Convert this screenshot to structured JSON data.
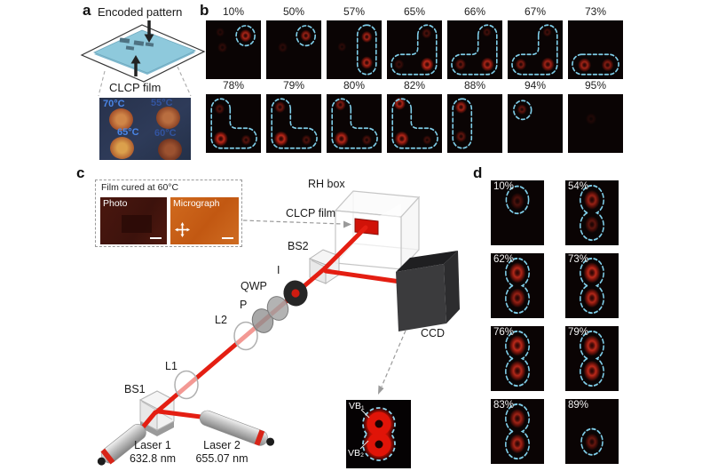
{
  "figure": {
    "panel_a": {
      "label": "a",
      "encoded_pattern": "Encoded pattern",
      "clcp_film": "CLCP film",
      "temps": [
        "70°C",
        "55°C",
        "65°C",
        "60°C"
      ]
    },
    "panel_b": {
      "label": "b",
      "tiles": [
        {
          "label": "10%",
          "shape": "circle-tr",
          "dots": [
            [
              72,
              26,
              11,
              0.85
            ],
            [
              30,
              46,
              9,
              0.2
            ],
            [
              26,
              20,
              8,
              0.15
            ]
          ]
        },
        {
          "label": "50%",
          "shape": "circle-tr",
          "dots": [
            [
              72,
              26,
              10,
              0.75
            ],
            [
              30,
              46,
              9,
              0.18
            ]
          ]
        },
        {
          "label": "57%",
          "shape": "vcap-right",
          "dots": [
            [
              73,
              28,
              10,
              0.8
            ],
            [
              73,
              72,
              11,
              0.85
            ],
            [
              28,
              45,
              8,
              0.18
            ]
          ]
        },
        {
          "label": "65%",
          "shape": "L-right",
          "dots": [
            [
              73,
              75,
              12,
              0.95
            ],
            [
              72,
              22,
              9,
              0.35
            ],
            [
              22,
              75,
              9,
              0.25
            ]
          ]
        },
        {
          "label": "66%",
          "shape": "L-right",
          "dots": [
            [
              73,
              75,
              12,
              0.85
            ],
            [
              24,
              75,
              10,
              0.5
            ],
            [
              72,
              20,
              8,
              0.3
            ]
          ]
        },
        {
          "label": "67%",
          "shape": "L-right",
          "dots": [
            [
              73,
              75,
              12,
              0.8
            ],
            [
              24,
              75,
              10,
              0.6
            ],
            [
              72,
              20,
              8,
              0.3
            ]
          ]
        },
        {
          "label": "73%",
          "shape": "hcap-bottom",
          "dots": [
            [
              30,
              76,
              12,
              0.8
            ],
            [
              72,
              76,
              11,
              0.65
            ]
          ]
        },
        {
          "label": "78%",
          "shape": "L-left",
          "dots": [
            [
              27,
              76,
              13,
              0.95
            ],
            [
              25,
              25,
              9,
              0.35
            ],
            [
              73,
              78,
              9,
              0.4
            ]
          ]
        },
        {
          "label": "79%",
          "shape": "L-left",
          "dots": [
            [
              27,
              76,
              13,
              0.95
            ],
            [
              25,
              22,
              10,
              0.5
            ],
            [
              73,
              78,
              9,
              0.35
            ]
          ]
        },
        {
          "label": "80%",
          "shape": "L-left",
          "dots": [
            [
              27,
              76,
              13,
              0.9
            ],
            [
              25,
              18,
              10,
              0.6
            ],
            [
              73,
              78,
              9,
              0.35
            ]
          ]
        },
        {
          "label": "82%",
          "shape": "L-left",
          "dots": [
            [
              27,
              76,
              13,
              0.9
            ],
            [
              23,
              16,
              11,
              0.85
            ],
            [
              73,
              78,
              8,
              0.3
            ]
          ]
        },
        {
          "label": "88%",
          "shape": "vcap-left",
          "dots": [
            [
              25,
              22,
              11,
              0.8
            ],
            [
              25,
              72,
              10,
              0.45
            ]
          ]
        },
        {
          "label": "94%",
          "shape": "circle-tl",
          "dots": [
            [
              26,
              26,
              9,
              0.45
            ]
          ]
        },
        {
          "label": "95%",
          "shape": "none",
          "dots": [
            [
              42,
              42,
              10,
              0.12
            ]
          ]
        }
      ]
    },
    "panel_c": {
      "label": "c",
      "inset": {
        "title": "Film cured at 60°C",
        "photo": "Photo",
        "micrograph": "Micrograph"
      },
      "components": {
        "rh_box": "RH box",
        "clcp_film": "CLCP film",
        "bs2": "BS2",
        "iris": "I",
        "qwp": "QWP",
        "polarizer": "P",
        "lens2": "L2",
        "lens1": "L1",
        "bs1": "BS1",
        "laser1": "Laser 1",
        "laser1_wavelength": "632.8 nm",
        "laser2": "Laser 2",
        "laser2_wavelength": "655.07 nm",
        "ccd": "CCD",
        "vb1": "VB₁",
        "vb2": "VB₂"
      }
    },
    "panel_d": {
      "label": "d",
      "tiles": [
        {
          "label": "10%",
          "shape": "circle-top",
          "dots": [
            [
              50,
              32,
              13,
              0.35
            ]
          ]
        },
        {
          "label": "54%",
          "shape": "peanut",
          "dots": [
            [
              50,
              30,
              15,
              0.75
            ],
            [
              50,
              68,
              13,
              0.45
            ]
          ]
        },
        {
          "label": "62%",
          "shape": "peanut",
          "dots": [
            [
              50,
              30,
              16,
              0.9
            ],
            [
              50,
              69,
              15,
              0.75
            ]
          ]
        },
        {
          "label": "73%",
          "shape": "peanut",
          "dots": [
            [
              50,
              30,
              16,
              0.95
            ],
            [
              50,
              69,
              15,
              0.9
            ]
          ]
        },
        {
          "label": "76%",
          "shape": "peanut",
          "dots": [
            [
              50,
              30,
              16,
              0.95
            ],
            [
              50,
              69,
              16,
              0.9
            ]
          ]
        },
        {
          "label": "79%",
          "shape": "peanut",
          "dots": [
            [
              50,
              30,
              16,
              0.95
            ],
            [
              50,
              69,
              16,
              0.95
            ]
          ]
        },
        {
          "label": "83%",
          "shape": "peanut",
          "dots": [
            [
              50,
              30,
              15,
              0.8
            ],
            [
              50,
              69,
              15,
              0.85
            ]
          ]
        },
        {
          "label": "89%",
          "shape": "circle-bottom",
          "dots": [
            [
              50,
              66,
              13,
              0.5
            ]
          ]
        }
      ]
    },
    "colors": {
      "outline_cyan": "#7fcde8",
      "beam_red": "#e41e12",
      "film_blue": "#8ec9dc",
      "tile_bg": "#0a0404"
    }
  }
}
